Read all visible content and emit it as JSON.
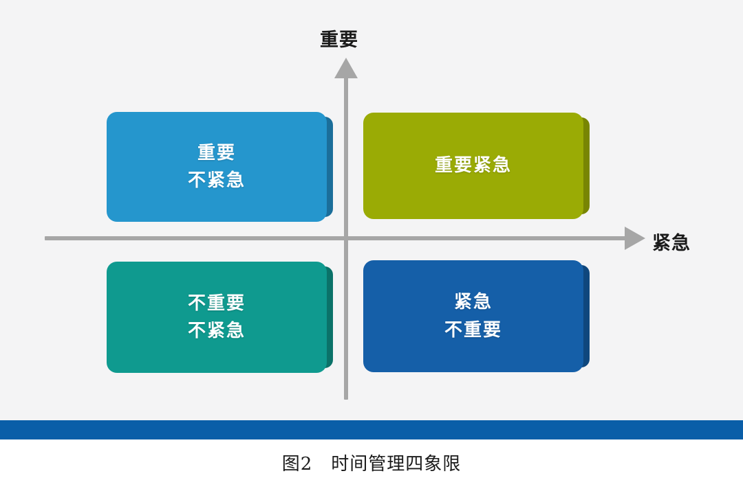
{
  "figure": {
    "caption": "图2　时间管理四象限",
    "background_color": "#f4f4f5",
    "page_background_color": "#ffffff"
  },
  "axes": {
    "color": "#a6a6a6",
    "vertical": {
      "label": "重要",
      "arrow_direction": "up",
      "arrow_icon": "arrow-up-icon"
    },
    "horizontal": {
      "label": "紧急",
      "arrow_direction": "right",
      "arrow_icon": "arrow-right-icon"
    }
  },
  "quadrants": [
    {
      "id": "important-not-urgent",
      "position": "top-left",
      "lines": [
        "重要",
        "不紧急"
      ],
      "text": "重要\n不紧急",
      "face_color": "#2596cd",
      "edge_color": "#1b6e9a",
      "text_color": "#ffffff"
    },
    {
      "id": "important-urgent",
      "position": "top-right",
      "lines": [
        "重要紧急"
      ],
      "text": "重要紧急",
      "face_color": "#9aab05",
      "edge_color": "#788503",
      "text_color": "#ffffff"
    },
    {
      "id": "not-important-not-urgent",
      "position": "bottom-left",
      "lines": [
        "不重要",
        "不紧急"
      ],
      "text": "不重要\n不紧急",
      "face_color": "#0f9a8f",
      "edge_color": "#0b7269",
      "text_color": "#ffffff"
    },
    {
      "id": "urgent-not-important",
      "position": "bottom-right",
      "lines": [
        "紧急",
        "不重要"
      ],
      "text": "紧急\n不重要",
      "face_color": "#155fa8",
      "edge_color": "#0f477d",
      "text_color": "#ffffff"
    }
  ],
  "bottom_rule": {
    "color": "#0a5ea8"
  },
  "chart_data": {
    "type": "table",
    "title": "图2　时间管理四象限",
    "xlabel": "紧急",
    "ylabel": "重要",
    "categories": [
      "重要 不紧急",
      "重要紧急",
      "不重要 不紧急",
      "紧急 不重要"
    ],
    "quadrant_matrix": [
      {
        "urgent": false,
        "important": true,
        "label": "重要\n不紧急",
        "color": "#2596cd"
      },
      {
        "urgent": true,
        "important": true,
        "label": "重要紧急",
        "color": "#9aab05"
      },
      {
        "urgent": false,
        "important": false,
        "label": "不重要\n不紧急",
        "color": "#0f9a8f"
      },
      {
        "urgent": true,
        "important": false,
        "label": "紧急\n不重要",
        "color": "#155fa8"
      }
    ],
    "grid": false,
    "legend": "none"
  }
}
